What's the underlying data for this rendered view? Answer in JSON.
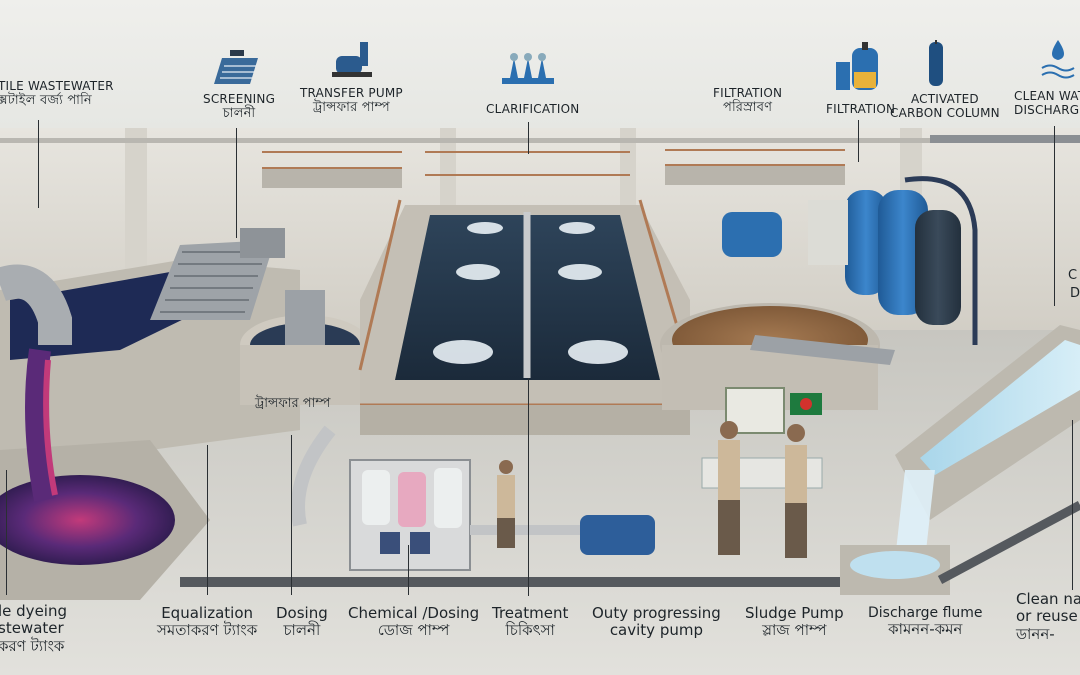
{
  "top_labels": [
    {
      "id": "textile",
      "en": "TILE WASTEWATER",
      "bn": "ক্সটাইল বর্জ্য পানি"
    },
    {
      "id": "screening",
      "en": "SCREENING",
      "bn": "চালনী"
    },
    {
      "id": "transfer",
      "en": "TRANSFER PUMP",
      "bn": "ট্রান্সফার পাম্প"
    },
    {
      "id": "clarification",
      "en": "CLARIFICATION",
      "bn": ""
    },
    {
      "id": "filtration1",
      "en": "FILTRATION",
      "bn": "পরিস্রাবণ"
    },
    {
      "id": "filtration2",
      "en": "FILTRATION",
      "bn": ""
    },
    {
      "id": "carbon",
      "en": "ACTIVATED",
      "bn": "CARBON COLUMN"
    },
    {
      "id": "clean",
      "en": "CLEAN WAT",
      "bn": "DISCHARG"
    }
  ],
  "inline_labels": [
    {
      "id": "transfer-inline",
      "text": "ট্রান্সফার পাম্প"
    },
    {
      "id": "right-edge",
      "text": "C"
    },
    {
      "id": "right-edge2",
      "text": "D"
    }
  ],
  "bottom_labels": [
    {
      "id": "dyeing",
      "l1": "le dyeing",
      "l2": "stewater",
      "l3": "করণ ট্যাংক"
    },
    {
      "id": "equalization",
      "l1": "Equalization",
      "l2": "সমতাকরণ ট্যাংক",
      "l3": ""
    },
    {
      "id": "dosing",
      "l1": "Dosing",
      "l2": "চালনী",
      "l3": ""
    },
    {
      "id": "chemical",
      "l1": "Chemical /Dosing",
      "l2": "ডোজ পাম্প",
      "l3": ""
    },
    {
      "id": "treatment",
      "l1": "Treatment",
      "l2": "চিকিৎসা",
      "l3": ""
    },
    {
      "id": "progressing",
      "l1": "Outy progressing",
      "l2": "cavity pump",
      "l3": ""
    },
    {
      "id": "sludge",
      "l1": "Sludge Pump",
      "l2": "স্লাজ পাম্প",
      "l3": ""
    },
    {
      "id": "flume",
      "l1": "Discharge flume",
      "l2": "কামনন-কমন",
      "l3": ""
    },
    {
      "id": "cleannat",
      "l1": "Clean nat",
      "l2": "or reuse p",
      "l3": "ডানন-"
    }
  ],
  "colors": {
    "water": "#22364a",
    "concrete": "#c9c6bd",
    "railing": "#b07a55",
    "tank_blue": "#2c6fb0",
    "dye_purple": "#5a2a78",
    "dye_pink": "#c23a7a"
  },
  "icons": [
    "screen-grid-icon",
    "pump-icon",
    "clarifier-icon",
    "tank-icon",
    "column-icon",
    "water-drop-icon"
  ]
}
